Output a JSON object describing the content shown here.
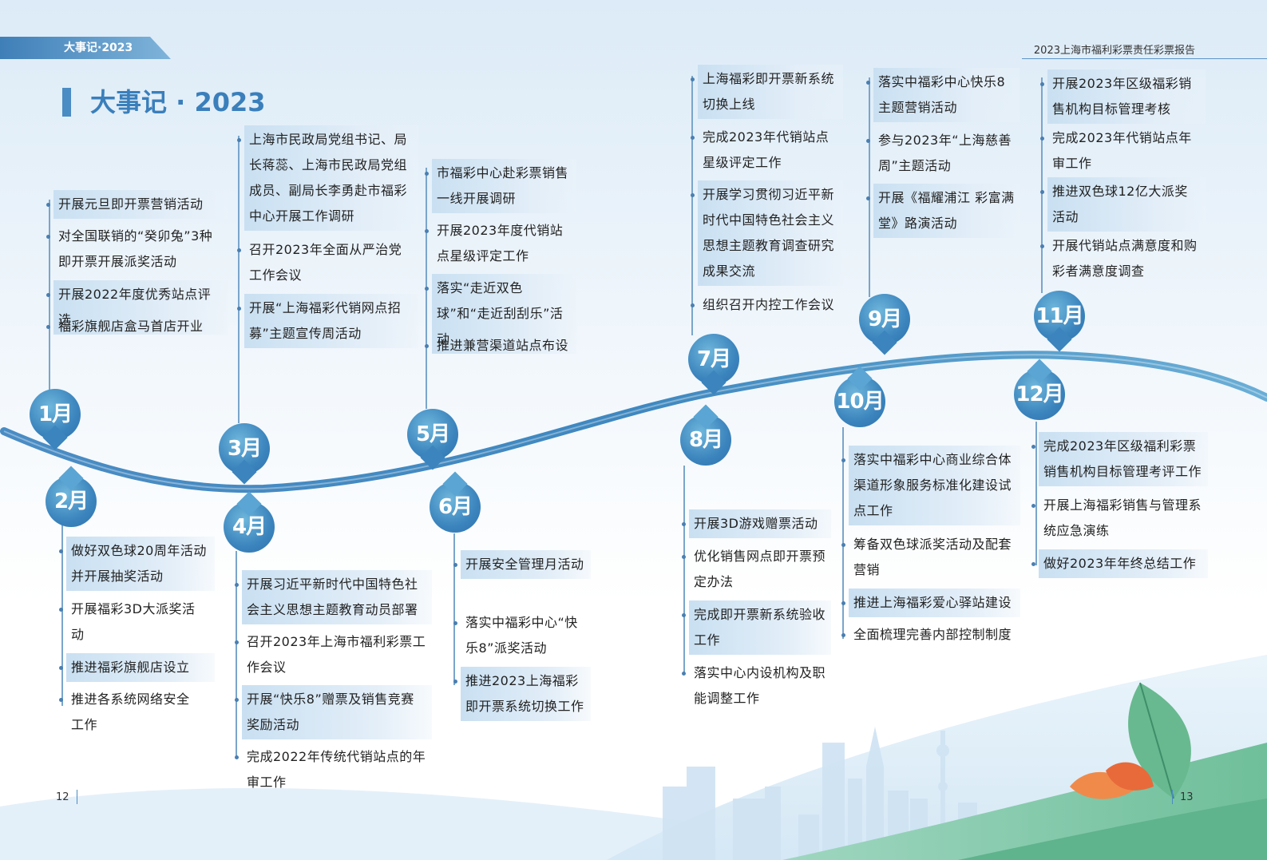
{
  "header": {
    "tag": "大事记·2023",
    "report_title": "2023上海市福利彩票责任彩票报告"
  },
  "title": "大事记 · 2023",
  "months": {
    "m1": "1月",
    "m2": "2月",
    "m3": "3月",
    "m4": "4月",
    "m5": "5月",
    "m6": "6月",
    "m7": "7月",
    "m8": "8月",
    "m9": "9月",
    "m10": "10月",
    "m11": "11月",
    "m12": "12月"
  },
  "items": {
    "m1": [
      "开展元旦即开票营销活动",
      "对全国联销的“癸卯兔”3种即开票开展派奖活动",
      "开展2022年度优秀站点评选",
      "福彩旗舰店盒马首店开业"
    ],
    "m2": [
      "做好双色球20周年活动并开展抽奖活动",
      "开展福彩3D大派奖活动",
      "推进福彩旗舰店设立",
      "推进各系统网络安全工作"
    ],
    "m3": [
      "上海市民政局党组书记、局长蒋蕊、上海市民政局党组成员、副局长李勇赴市福彩中心开展工作调研",
      "召开2023年全面从严治党工作会议",
      "开展“上海福彩代销网点招募”主题宣传周活动"
    ],
    "m4": [
      "开展习近平新时代中国特色社会主义思想主题教育动员部署",
      "召开2023年上海市福利彩票工作会议",
      "开展“快乐8”赠票及销售竞赛奖励活动",
      "完成2022年传统代销站点的年审工作"
    ],
    "m5": [
      "市福彩中心赴彩票销售一线开展调研",
      "开展2023年度代销站点星级评定工作",
      "落实“走近双色球”和“走近刮刮乐”活动",
      "推进兼营渠道站点布设"
    ],
    "m6": [
      "开展安全管理月活动",
      "落实中福彩中心“快乐8”派奖活动",
      "推进2023上海福彩即开票系统切换工作"
    ],
    "m7": [
      "上海福彩即开票新系统切换上线",
      "完成2023年代销站点星级评定工作",
      "开展学习贯彻习近平新时代中国特色社会主义思想主题教育调查研究成果交流",
      "组织召开内控工作会议"
    ],
    "m8": [
      "开展3D游戏赠票活动",
      "优化销售网点即开票预定办法",
      "完成即开票新系统验收工作",
      "落实中心内设机构及职能调整工作"
    ],
    "m9": [
      "落实中福彩中心快乐8主题营销活动",
      "参与2023年“上海慈善周”主题活动",
      "开展《福耀浦江 彩富满堂》路演活动"
    ],
    "m10": [
      "落实中福彩中心商业综合体渠道形象服务标准化建设试点工作",
      "筹备双色球派奖活动及配套营销",
      "推进上海福彩爱心驿站建设",
      "全面梳理完善内部控制制度"
    ],
    "m11": [
      "开展2023年区级福彩销售机构目标管理考核",
      "完成2023年代销站点年审工作",
      "推进双色球12亿大派奖活动",
      "开展代销站点满意度和购彩者满意度调查"
    ],
    "m12": [
      "完成2023年区级福利彩票销售机构目标管理考评工作",
      "开展上海福彩销售与管理系统应急演练",
      "做好2023年年终总结工作"
    ]
  },
  "footer": {
    "page_left": "12",
    "page_right": "13"
  },
  "colors": {
    "accent": "#3a7fbb",
    "highlight": "#d3e6f5",
    "green": "#8bc9a3"
  }
}
